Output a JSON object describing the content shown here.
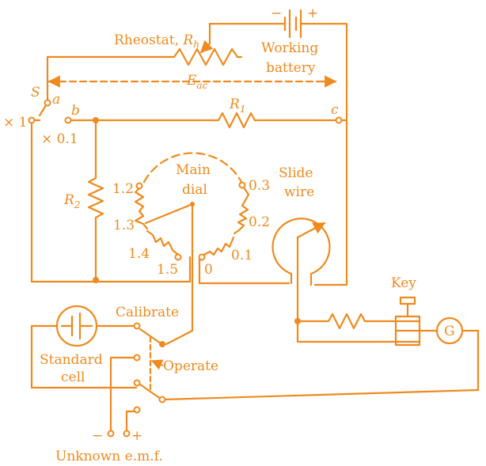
{
  "labels": {
    "rheostat": "Rheostat, ",
    "rheostat_sym": "R",
    "rheostat_sub": "h",
    "working": "Working",
    "battery": "battery",
    "minus": "−",
    "plus": "+",
    "eac": "E",
    "eac_sub": "ac",
    "S": "S",
    "a": "a",
    "b": "b",
    "c": "c",
    "x1": "× 1",
    "x01": "× 0.1",
    "R1": "R",
    "R1_sub": "1",
    "R2": "R",
    "R2_sub": "2",
    "main": "Main",
    "dial": "dial",
    "slide": "Slide",
    "wire": "wire",
    "key": "Key",
    "G": "G",
    "calibrate": "Calibrate",
    "standard": "Standard",
    "cell": "cell",
    "operate": "Operate",
    "unknown": "Unknown e.m.f.",
    "unk_minus": "−",
    "unk_plus": "+"
  },
  "dial_steps": [
    "1.2",
    "1.3",
    "1.4",
    "1.5",
    "0",
    "0.1",
    "0.2",
    "0.3"
  ],
  "colors": {
    "ink": "#ee8a1e",
    "background": "#ffffff"
  }
}
